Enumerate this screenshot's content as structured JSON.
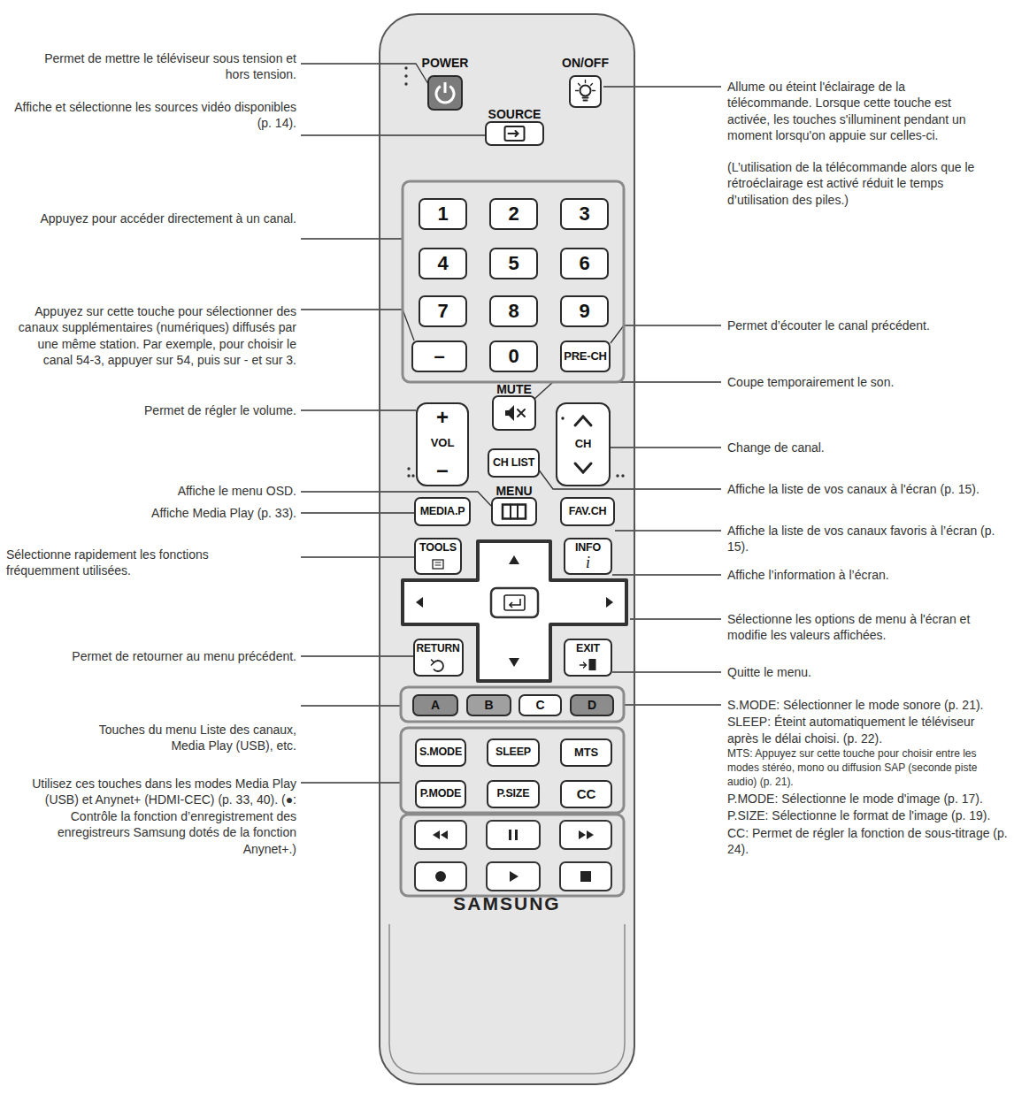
{
  "diagram": {
    "nodes": [
      {
        "text": [
          "SAMSUNG"
        ]
      },
      {
        "text": [
          "POWER"
        ],
        "in": 0
      },
      {
        "text": [
          "ON/OFF"
        ],
        "in": 0
      },
      {
        "text": [
          "SOURCE"
        ],
        "in": 0
      },
      {
        "text": [
          "1"
        ],
        "in": 0
      },
      {
        "text": [
          "2"
        ],
        "in": 0
      },
      {
        "text": [
          "3"
        ],
        "in": 0
      },
      {
        "text": [
          "4"
        ],
        "in": 0
      },
      {
        "text": [
          "5"
        ],
        "in": 0
      },
      {
        "text": [
          "6"
        ],
        "in": 0
      },
      {
        "text": [
          "7"
        ],
        "in": 0
      },
      {
        "text": [
          "8"
        ],
        "in": 0
      },
      {
        "text": [
          "9"
        ],
        "in": 0
      },
      {
        "text": [
          "–"
        ],
        "in": 0
      },
      {
        "text": [
          "0"
        ],
        "in": 0
      },
      {
        "text": [
          "PRE-CH"
        ],
        "in": 0
      },
      {
        "text": [
          "MUTE"
        ],
        "in": 0
      },
      {
        "text": [
          "+",
          "VOL",
          "–"
        ],
        "in": 0
      },
      {
        "text": [
          "CH"
        ],
        "in": 0
      },
      {
        "text": [
          "CH LIST"
        ],
        "in": 0
      },
      {
        "text": [
          "MENU"
        ],
        "in": 0
      },
      {
        "text": [
          "MEDIA.P"
        ],
        "in": 0
      },
      {
        "text": [
          "FAV.CH"
        ],
        "in": 0
      },
      {
        "text": [
          "TOOLS"
        ],
        "in": 0
      },
      {
        "text": [
          "INFO",
          "i"
        ],
        "in": 0
      },
      {
        "text": [
          "RETURN"
        ],
        "in": 0
      },
      {
        "text": [
          "EXIT"
        ],
        "in": 0
      },
      {
        "text": [
          "A"
        ],
        "in": 0
      },
      {
        "text": [
          "B"
        ],
        "in": 0
      },
      {
        "text": [
          "C"
        ],
        "in": 0
      },
      {
        "text": [
          "D"
        ],
        "in": 0
      },
      {
        "text": [
          "S.MODE"
        ],
        "in": 0
      },
      {
        "text": [
          "SLEEP"
        ],
        "in": 0
      },
      {
        "text": [
          "MTS"
        ],
        "in": 0
      },
      {
        "text": [
          "P.MODE"
        ],
        "in": 0
      },
      {
        "text": [
          "P.SIZE"
        ],
        "in": 0
      },
      {
        "text": [
          "CC"
        ],
        "in": 0
      }
    ],
    "labels": [
      "Permet de mettre le téléviseur sous tension et hors tension.",
      "Affiche et sélectionne les sources vidéo disponibles (p. 14).",
      "Appuyez pour accéder directement à un canal.",
      "Appuyez sur cette touche pour sélectionner des canaux supplémentaires (numériques) diffusés par une même station. Par exemple, pour choisir le canal 54-3, appuyer sur 54, puis sur - et sur 3.",
      "Permet de régler le volume.",
      "Affiche le menu OSD.",
      "Affiche Media Play (p. 33).",
      "Sélectionne rapidement les fonctions fréquemment utilisées.",
      "Permet de retourner au menu précédent.",
      "Touches du menu Liste des canaux, Media Play (USB), etc.",
      "Utilisez ces touches dans les modes Media Play (USB) et Anynet+ (HDMI-CEC) (p. 33, 40). (●: Contrôle la fonction d’enregistrement des enregistreurs Samsung dotés de la fonction Anynet+.)",
      "Allume ou éteint l'éclairage de la télécommande. Lorsque cette touche est activée, les touches s'illuminent pendant un moment lorsqu'on appuie sur celles-ci.",
      "(L’utilisation de la télécommande alors que le rétroéclairage est activé réduit le temps d’utilisation des piles.)",
      "Permet d’écouter le canal précédent.",
      "Coupe temporairement le son.",
      "Change de canal.",
      "Affiche la liste de vos canaux à l'écran (p. 15).",
      "Affiche la liste de vos canaux favoris à l’écran (p. 15).",
      "Affiche l’information à l’écran.",
      "Sélectionne les options de menu à l'écran et modifie les valeurs affichées.",
      "Quitte le menu.",
      "S.MODE: Sélectionner le mode sonore (p. 21).",
      "SLEEP: Éteint automatiquement le téléviseur après le délai choisi. (p. 22).",
      "MTS: Appuyez sur cette touche pour choisir entre les modes stéréo, mono ou diffusion SAP (seconde piste audio) (p. 21).",
      "P.MODE: Sélectionne le mode d'image (p. 17).",
      "P.SIZE: Sélectionne le format de l'image (p. 19).",
      "CC: Permet de régler la fonction de sous-titrage (p. 24)."
    ]
  }
}
